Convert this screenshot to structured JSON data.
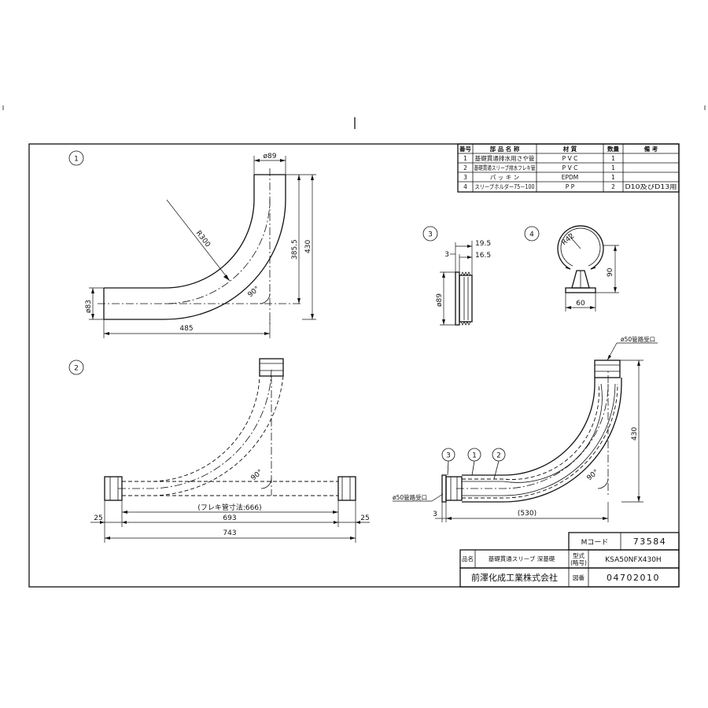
{
  "parts_table": {
    "headers": [
      "番号",
      "部 品 名 称",
      "材 質",
      "数量",
      "備 考"
    ],
    "rows": [
      [
        "1",
        "基礎貫通排水用さや管",
        "P V C",
        "1",
        ""
      ],
      [
        "2",
        "基礎貫通スリーブ排水フレキ管",
        "P V C",
        "1",
        ""
      ],
      [
        "3",
        "パ ッ キ ン",
        "EPDM",
        "1",
        ""
      ],
      [
        "4",
        "スリーブホルダー75－100",
        "P P",
        "2",
        "D10及びD13用"
      ]
    ]
  },
  "view1": {
    "num": "1",
    "dim_phi89": "ø89",
    "dim_r300": "R300",
    "dim_385": "385.5",
    "dim_430": "430",
    "dim_phi83": "ø83",
    "dim_485": "485",
    "angle": "90°"
  },
  "view2": {
    "num": "2",
    "angle": "90°",
    "dim_flex": "(フレキ管寸法:666)",
    "dim_25_left": "25",
    "dim_693": "693",
    "dim_25_right": "25",
    "dim_743": "743"
  },
  "view3": {
    "num": "3",
    "dim_19_5": "19.5",
    "dim_16_5": "16.5",
    "dim_3": "3",
    "dim_phi89": "ø89"
  },
  "view4": {
    "num": "4",
    "dim_r42": "R42",
    "dim_90": "90",
    "dim_60": "60"
  },
  "assembly": {
    "label_top": "ø50管路受口",
    "label_left": "ø50管路受口",
    "dim_430": "430",
    "dim_3": "3",
    "dim_530": "(530)",
    "angle": "90°",
    "callouts": [
      "3",
      "1",
      "2"
    ]
  },
  "title_block": {
    "m_code_label": "Mコード",
    "m_code": "73584",
    "name_label": "品名",
    "name": "基礎貫通スリーブ 深基礎",
    "model_label_1": "型式",
    "model_label_2": "(略号)",
    "model": "KSA50NFX430H",
    "company": "前澤化成工業株式会社",
    "drawing_label": "図番",
    "drawing_no": "04702010"
  }
}
